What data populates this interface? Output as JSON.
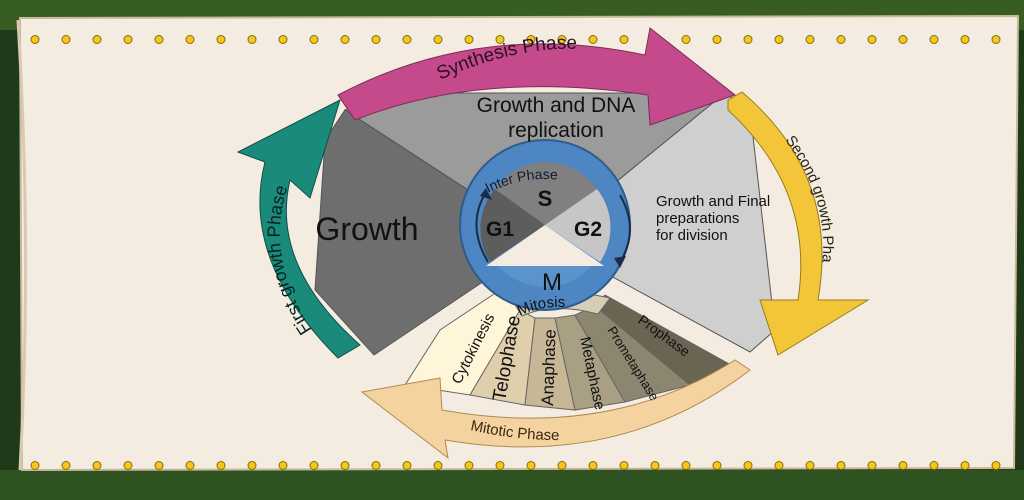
{
  "diagram": {
    "arcs": {
      "synthesis": "Synthesis Phase",
      "second_growth": "Second growth Phase",
      "first_growth": "First growth Phase",
      "mitotic": "Mitotic Phase"
    },
    "sectors": {
      "s_line1": "Growth and DNA",
      "s_line2": "replication",
      "g1": "Growth",
      "g2_line1": "Growth and Final",
      "g2_line2": "preparations",
      "g2_line3": "for division"
    },
    "center": {
      "inter_phase": "Inter Phase",
      "s": "S",
      "g1": "G1",
      "g2": "G2",
      "m": "M",
      "mitosis": "Mitosis"
    },
    "mitotic_stages": [
      "Cytokinesis",
      "Telophase",
      "Anaphase",
      "Metaphase",
      "Prometaphase",
      "Prophase"
    ]
  },
  "colors": {
    "synthesis_arrow": "#c54a8c",
    "second_growth_arrow": "#f3c63a",
    "first_growth_arrow": "#1a8a7a",
    "mitotic_arrow": "#f5d3a0",
    "s_sector": "#9b9b9b",
    "g1_sector": "#6e6e6e",
    "g2_sector": "#cfcfcf",
    "inter_phase_ring": "#4d86c2",
    "paper": "#f4ece0"
  }
}
